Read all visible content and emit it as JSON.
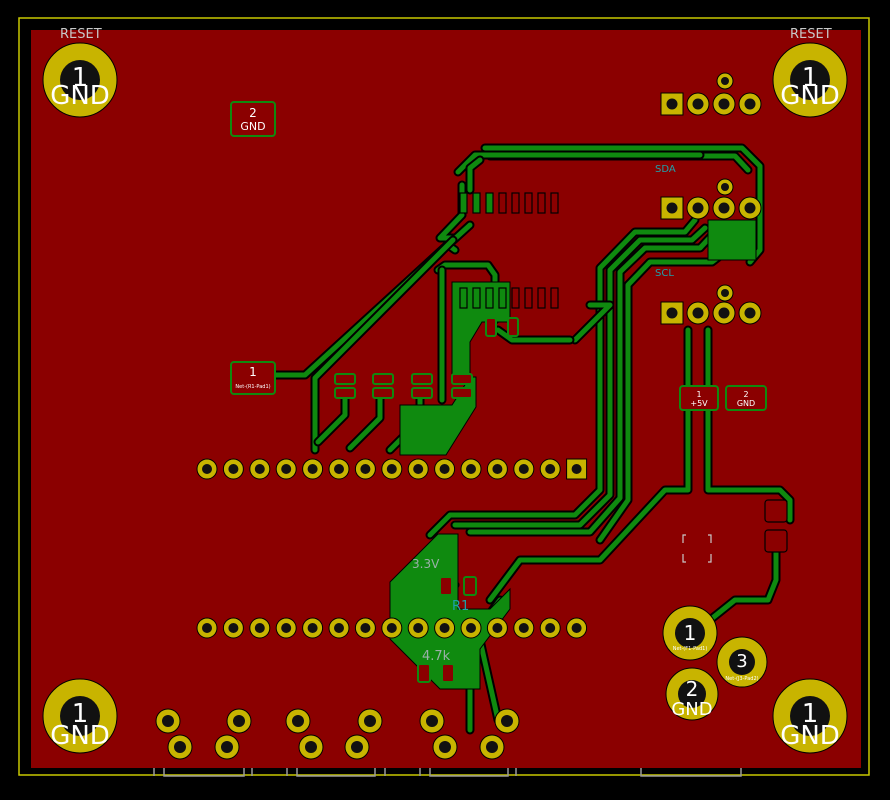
{
  "app": {
    "title": "PCB Layout Viewer"
  },
  "colors": {
    "background": "#000000",
    "board_outline": "#c8c800",
    "copper_fill": "#8b0000",
    "track": "#0f8a0f",
    "track_outline": "#000000",
    "pad_ring": "#c8b400",
    "pad_hole": "#111111",
    "pad_label": "#ffffff",
    "silk": "#c8c8c8",
    "cyan": "#1fa0a8"
  },
  "mounting_holes": [
    {
      "id": "mh-tl",
      "number": "1",
      "net": "GND",
      "corner_label": "RESET"
    },
    {
      "id": "mh-tr",
      "number": "1",
      "net": "GND",
      "corner_label": "RESET"
    },
    {
      "id": "mh-bl",
      "number": "1",
      "net": "GND"
    },
    {
      "id": "mh-br",
      "number": "1",
      "net": "GND"
    }
  ],
  "smd_pads": {
    "gnd_top": {
      "number": "2",
      "net": "GND"
    },
    "sig_left": {
      "number": "1",
      "net": "Net-(R1-Pad1)"
    },
    "plus5v": {
      "number": "1",
      "net": "+5V"
    },
    "gnd_right": {
      "number": "2",
      "net": "GND"
    }
  },
  "power_connector": {
    "pad1": {
      "number": "1",
      "net": "Net-(F1-Pad1)"
    },
    "pad2": {
      "number": "2",
      "net": "GND"
    },
    "pad3": {
      "number": "3",
      "net": "Net-(J3-Pad2)"
    }
  },
  "silkscreen": {
    "r1_ref": "R1",
    "r1_value": "4.7k",
    "v33_label": "3.3V",
    "header_label_a": "SDA",
    "header_label_b": "SCL"
  }
}
